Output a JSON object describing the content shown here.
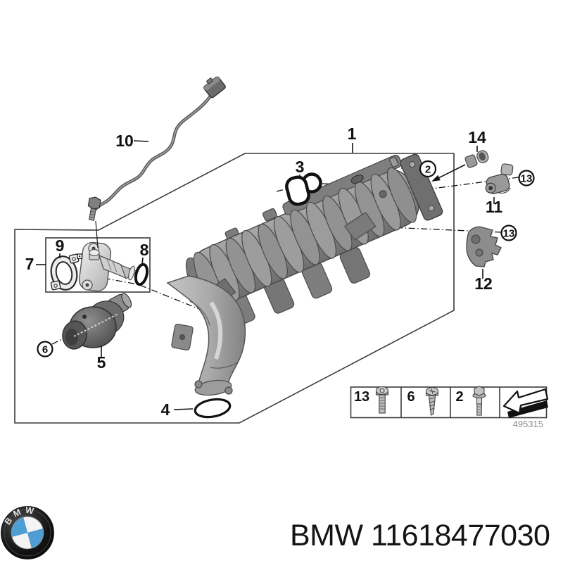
{
  "diagram": {
    "callouts": {
      "c1": "1",
      "c2": "2",
      "c3": "3",
      "c4": "4",
      "c5": "5",
      "c6": "6",
      "c7": "7",
      "c8": "8",
      "c9": "9",
      "c10": "10",
      "c11": "11",
      "c12": "12",
      "c13a": "13",
      "c13b": "13",
      "c14": "14"
    },
    "legend": {
      "fasteners": [
        {
          "ref": "13",
          "icon": "torx-screw-icon"
        },
        {
          "ref": "6",
          "icon": "self-tapping-screw-icon"
        },
        {
          "ref": "2",
          "icon": "flange-bolt-icon"
        }
      ],
      "arrow_icon": "direction-arrow-icon",
      "drawing_number": "495315"
    }
  },
  "footer": {
    "logo_text": "BMW",
    "caption": "BMW 11618477030"
  },
  "colors": {
    "bmw_blue": "#4e9dd5",
    "outline": "#1a1a1a",
    "muted_text": "#8c8c8c"
  }
}
